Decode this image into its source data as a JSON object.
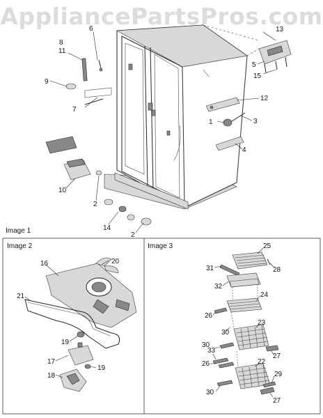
{
  "watermark": "AppliancePartsPros.com",
  "images": [
    {
      "title": "Image 1"
    },
    {
      "title": "Image 2"
    },
    {
      "title": "Image 3"
    }
  ],
  "callouts": {
    "image1": [
      "8",
      "11",
      "6",
      "9",
      "7",
      "13",
      "5",
      "15",
      "12",
      "1",
      "3",
      "4",
      "10",
      "2",
      "14",
      "2"
    ],
    "image2": [
      "16",
      "20",
      "21",
      "19",
      "17",
      "19",
      "18"
    ],
    "image3": [
      "25",
      "31",
      "28",
      "32",
      "24",
      "26",
      "23",
      "30",
      "33",
      "27",
      "30",
      "26",
      "22",
      "30",
      "29",
      "27"
    ]
  }
}
